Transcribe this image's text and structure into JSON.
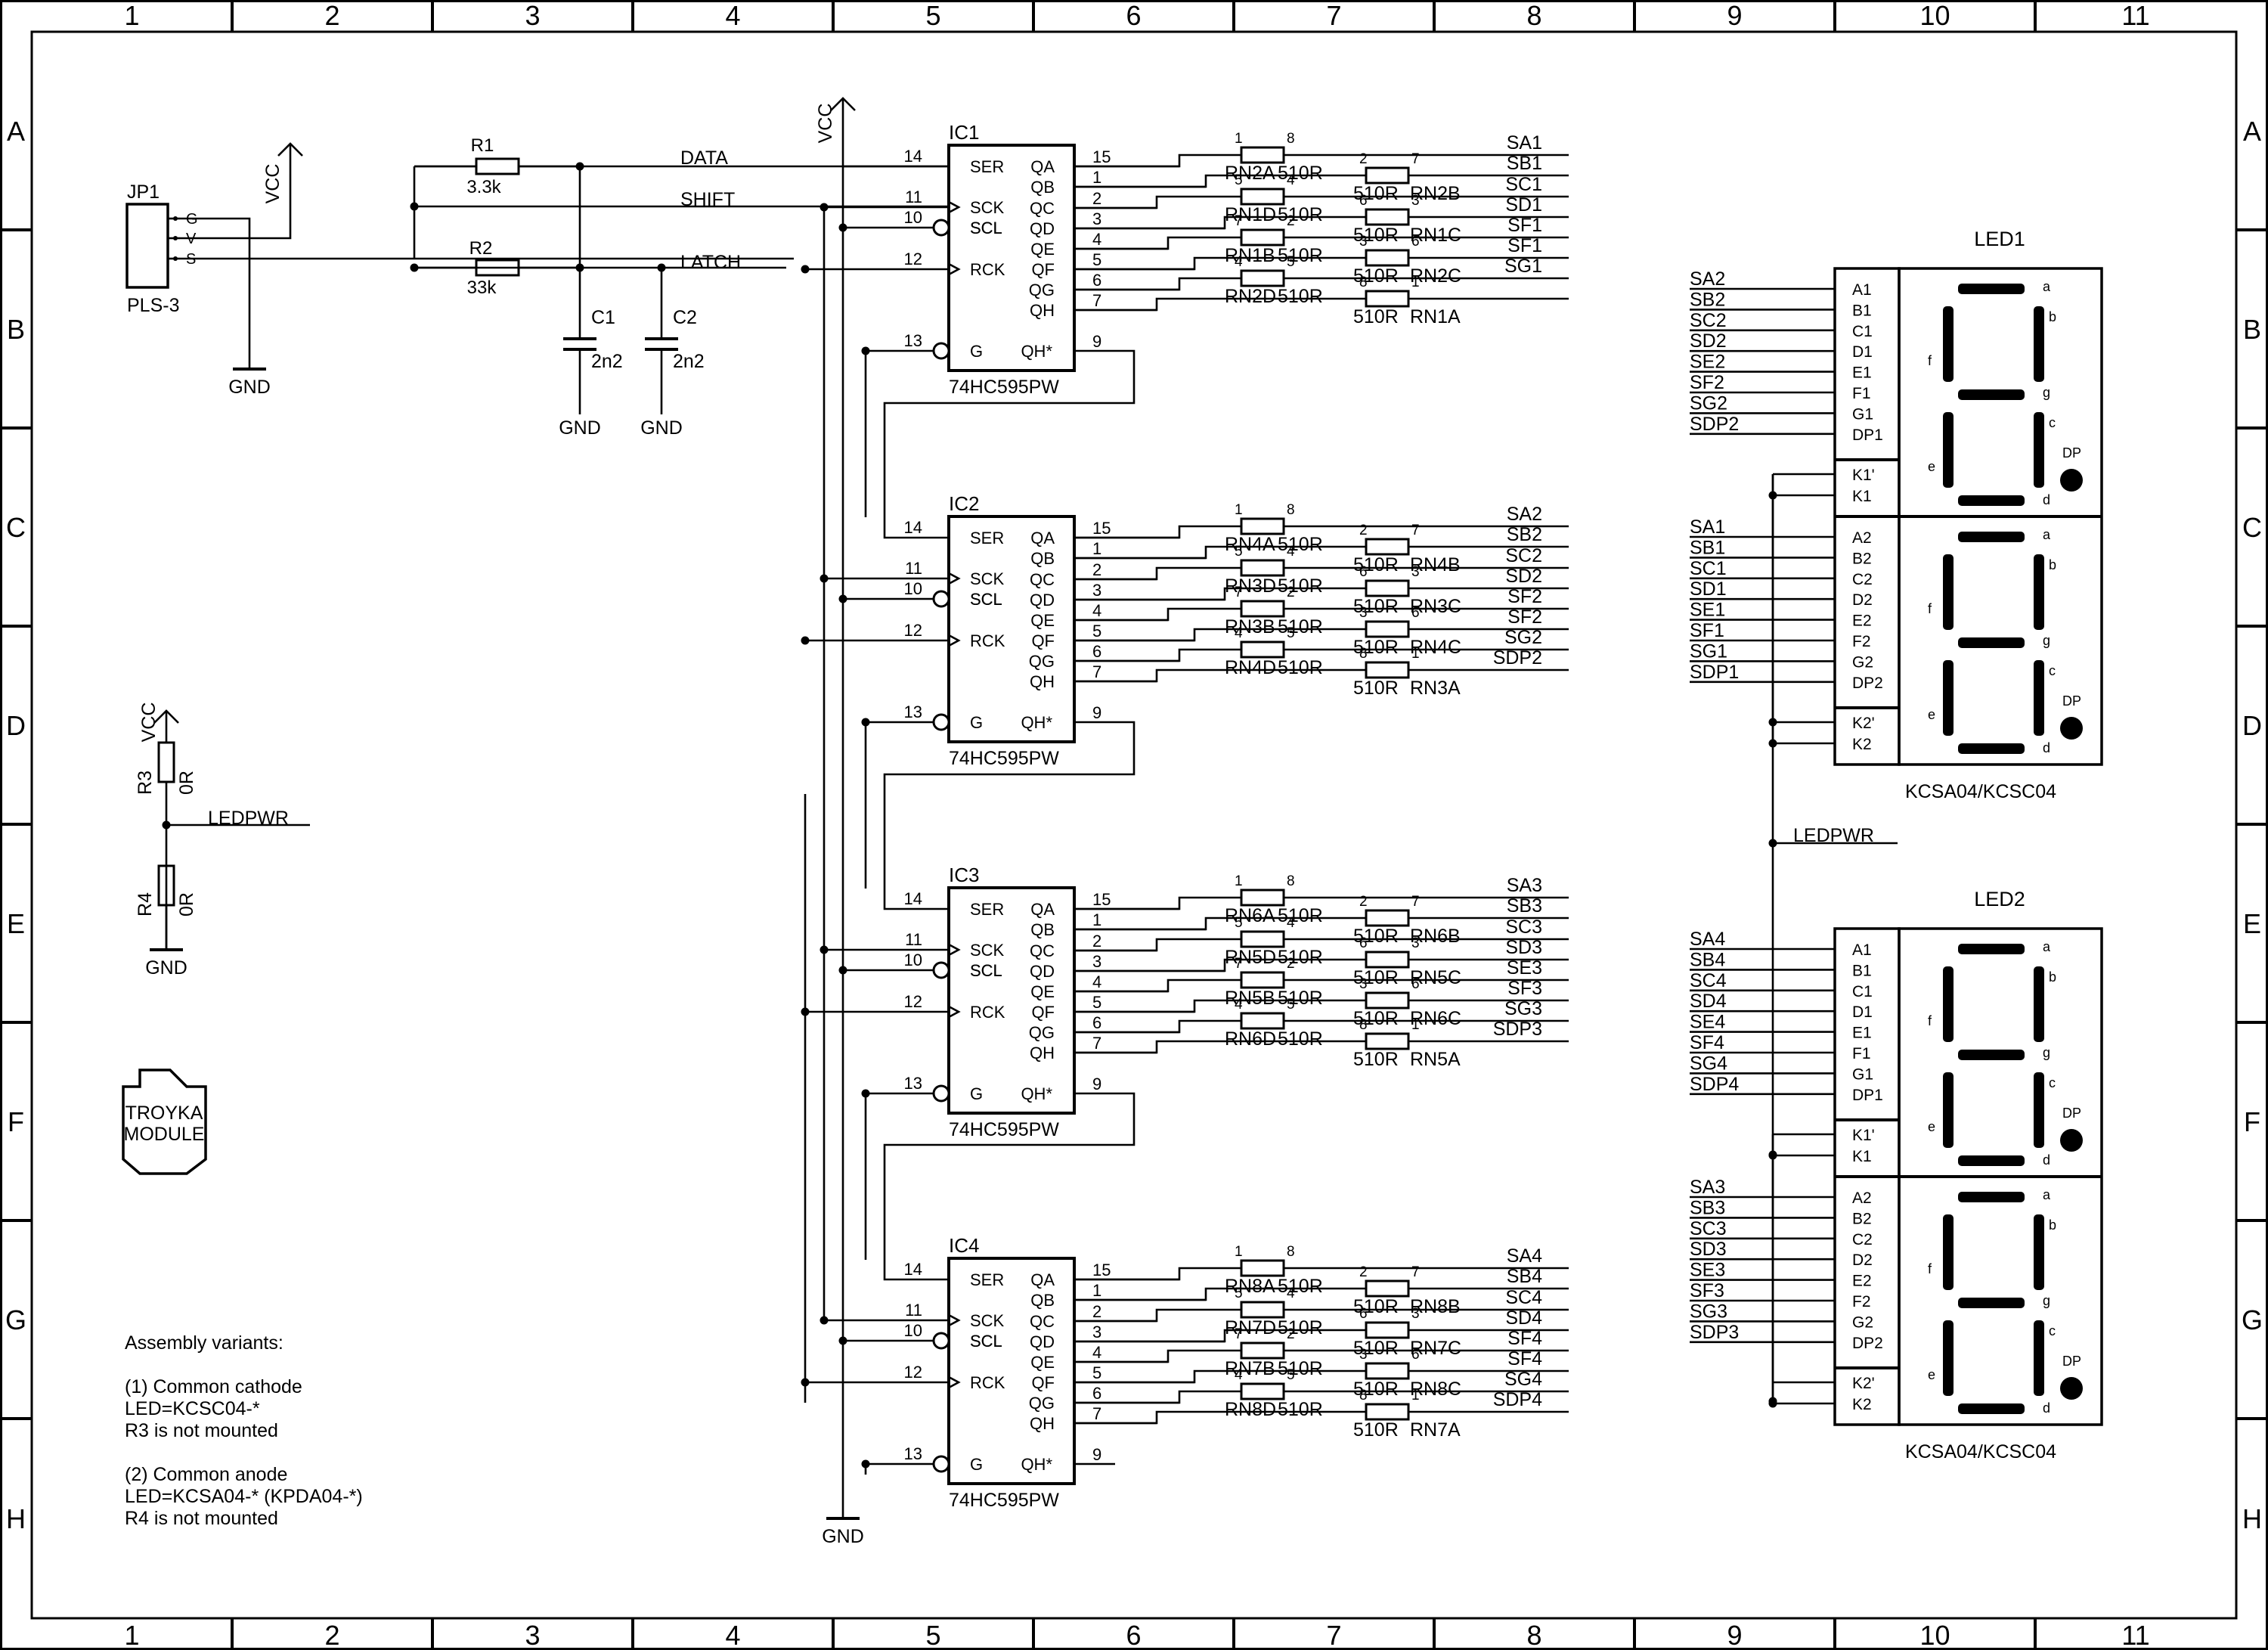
{
  "frame": {
    "columns": [
      "1",
      "2",
      "3",
      "4",
      "5",
      "6",
      "7",
      "8",
      "9",
      "10",
      "11"
    ],
    "rows": [
      "A",
      "B",
      "C",
      "D",
      "E",
      "F",
      "G",
      "H"
    ]
  },
  "jp1": {
    "ref": "JP1",
    "value": "PLS-3",
    "pins": [
      "G",
      "V",
      "S"
    ]
  },
  "vcc": "VCC",
  "gnd": "GND",
  "r1": {
    "ref": "R1",
    "value": "3.3k"
  },
  "r2": {
    "ref": "R2",
    "value": "33k"
  },
  "c1": {
    "ref": "C1",
    "value": "2n2"
  },
  "c2": {
    "ref": "C2",
    "value": "2n2"
  },
  "r3": {
    "ref": "R3",
    "value": "0R"
  },
  "r4": {
    "ref": "R4",
    "value": "0R"
  },
  "nets": {
    "data": "DATA",
    "shift": "SHIFT",
    "latch": "LATCH",
    "ledpwr": "LEDPWR"
  },
  "ic_part": "74HC595PW",
  "ic_left_pins": [
    {
      "num": "14",
      "name": "SER"
    },
    {
      "num": "11",
      "name": "SCK"
    },
    {
      "num": "10",
      "name": "SCL"
    },
    {
      "num": "12",
      "name": "RCK"
    },
    {
      "num": "13",
      "name": "G"
    }
  ],
  "ic_right_pins": [
    {
      "num": "15",
      "name": "QA"
    },
    {
      "num": "1",
      "name": "QB"
    },
    {
      "num": "2",
      "name": "QC"
    },
    {
      "num": "3",
      "name": "QD"
    },
    {
      "num": "4",
      "name": "QE"
    },
    {
      "num": "5",
      "name": "QF"
    },
    {
      "num": "6",
      "name": "QG"
    },
    {
      "num": "7",
      "name": "QH"
    }
  ],
  "ic_qh_star": {
    "num": "9",
    "name": "QH*"
  },
  "rn_value": "510R",
  "ics": [
    {
      "ref": "IC1",
      "rns": [
        [
          "1",
          "8",
          "RN2A"
        ],
        [
          "2",
          "7",
          "RN2B"
        ],
        [
          "5",
          "4",
          "RN1D"
        ],
        [
          "6",
          "3",
          "RN1C"
        ],
        [
          "7",
          "2",
          "RN1B"
        ],
        [
          "3",
          "6",
          "RN2C"
        ],
        [
          "4",
          "5",
          "RN2D"
        ],
        [
          "8",
          "1",
          "RN1A"
        ]
      ],
      "outs": [
        "SA1",
        "SB1",
        "SC1",
        "SD1",
        "SF1",
        "SF1",
        "SG1",
        ""
      ]
    },
    {
      "ref": "IC2",
      "rns": [
        [
          "1",
          "8",
          "RN4A"
        ],
        [
          "2",
          "7",
          "RN4B"
        ],
        [
          "5",
          "4",
          "RN3D"
        ],
        [
          "6",
          "3",
          "RN3C"
        ],
        [
          "7",
          "2",
          "RN3B"
        ],
        [
          "3",
          "6",
          "RN4C"
        ],
        [
          "4",
          "5",
          "RN4D"
        ],
        [
          "8",
          "1",
          "RN3A"
        ]
      ],
      "outs": [
        "SA2",
        "SB2",
        "SC2",
        "SD2",
        "SF2",
        "SF2",
        "SG2",
        "SDP2"
      ]
    },
    {
      "ref": "IC3",
      "rns": [
        [
          "1",
          "8",
          "RN6A"
        ],
        [
          "2",
          "7",
          "RN6B"
        ],
        [
          "5",
          "4",
          "RN5D"
        ],
        [
          "6",
          "3",
          "RN5C"
        ],
        [
          "7",
          "2",
          "RN5B"
        ],
        [
          "3",
          "6",
          "RN6C"
        ],
        [
          "4",
          "5",
          "RN6D"
        ],
        [
          "8",
          "1",
          "RN5A"
        ]
      ],
      "outs": [
        "SA3",
        "SB3",
        "SC3",
        "SD3",
        "SE3",
        "SF3",
        "SG3",
        "SDP3"
      ]
    },
    {
      "ref": "IC4",
      "rns": [
        [
          "1",
          "8",
          "RN8A"
        ],
        [
          "2",
          "7",
          "RN8B"
        ],
        [
          "5",
          "4",
          "RN7D"
        ],
        [
          "6",
          "3",
          "RN7C"
        ],
        [
          "7",
          "2",
          "RN7B"
        ],
        [
          "3",
          "6",
          "RN8C"
        ],
        [
          "4",
          "5",
          "RN8D"
        ],
        [
          "8",
          "1",
          "RN7A"
        ]
      ],
      "outs": [
        "SA4",
        "SB4",
        "SC4",
        "SD4",
        "SF4",
        "SF4",
        "SG4",
        "SDP4"
      ]
    }
  ],
  "leds": [
    {
      "ref": "LED1",
      "part": "KCSA04/KCSC04",
      "top": {
        "nets": [
          "SA2",
          "SB2",
          "SC2",
          "SD2",
          "SE2",
          "SF2",
          "SG2",
          "SDP2"
        ],
        "pins": [
          "A1",
          "B1",
          "C1",
          "D1",
          "E1",
          "F1",
          "G1",
          "DP1"
        ],
        "k": [
          "K1'",
          "K1"
        ]
      },
      "bottom": {
        "nets": [
          "SA1",
          "SB1",
          "SC1",
          "SD1",
          "SE1",
          "SF1",
          "SG1",
          "SDP1"
        ],
        "pins": [
          "A2",
          "B2",
          "C2",
          "D2",
          "E2",
          "F2",
          "G2",
          "DP2"
        ],
        "k": [
          "K2'",
          "K2"
        ]
      }
    },
    {
      "ref": "LED2",
      "part": "KCSA04/KCSC04",
      "top": {
        "nets": [
          "SA4",
          "SB4",
          "SC4",
          "SD4",
          "SE4",
          "SF4",
          "SG4",
          "SDP4"
        ],
        "pins": [
          "A1",
          "B1",
          "C1",
          "D1",
          "E1",
          "F1",
          "G1",
          "DP1"
        ],
        "k": [
          "K1'",
          "K1"
        ]
      },
      "bottom": {
        "nets": [
          "SA3",
          "SB3",
          "SC3",
          "SD3",
          "SE3",
          "SF3",
          "SG3",
          "SDP3"
        ],
        "pins": [
          "A2",
          "B2",
          "C2",
          "D2",
          "E2",
          "F2",
          "G2",
          "DP2"
        ],
        "k": [
          "K2'",
          "K2"
        ]
      }
    }
  ],
  "seg_letters": [
    "a",
    "b",
    "c",
    "d",
    "e",
    "f",
    "g",
    "DP"
  ],
  "troyka": [
    "TROYKA",
    "MODULE"
  ],
  "notes": [
    "Assembly variants:",
    "",
    "(1) Common cathode",
    "LED=KCSC04-*",
    "R3 is not mounted",
    "",
    "(2) Common anode",
    "LED=KCSA04-* (KPDA04-*)",
    "R4 is not mounted"
  ]
}
